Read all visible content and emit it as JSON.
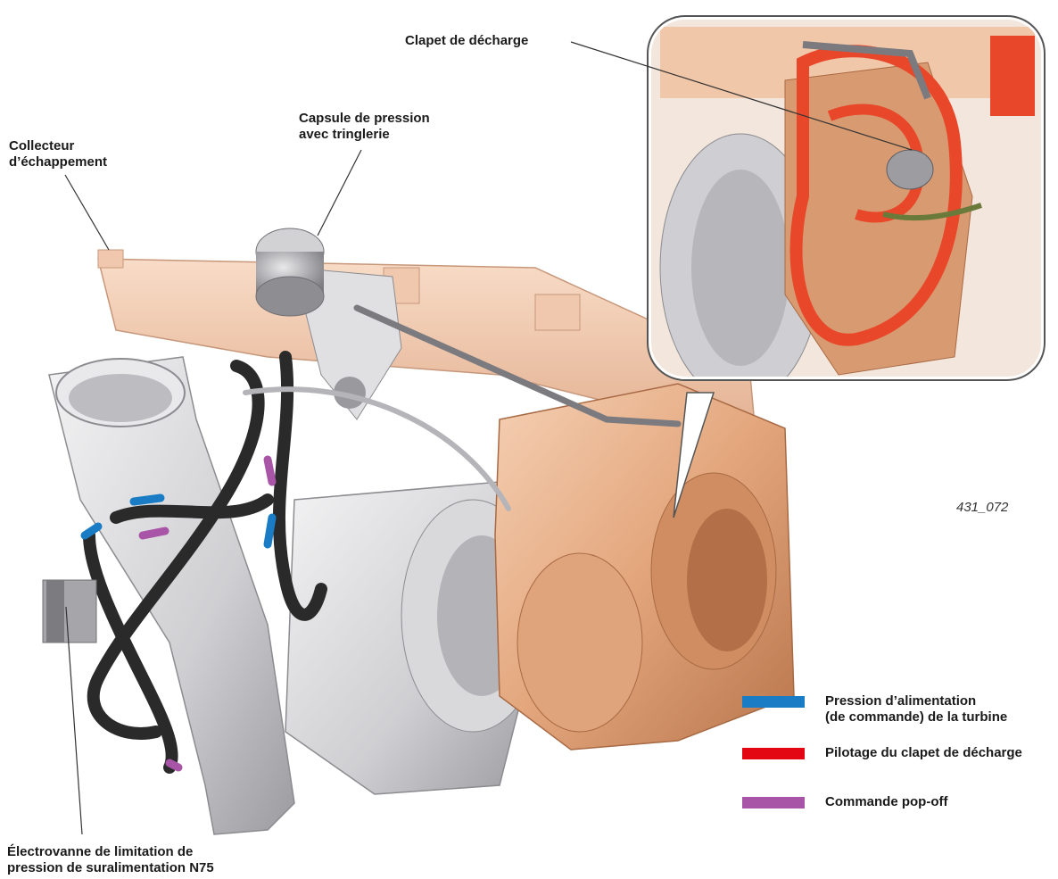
{
  "labels": {
    "clapet": "Clapet de décharge",
    "capsule": [
      "Capsule de pression",
      "avec tringlerie"
    ],
    "collecteur": [
      "Collecteur",
      "d’échappement"
    ],
    "electrovanne": [
      "Électrovanne de limitation de",
      "pression de suralimentation N75"
    ]
  },
  "figure_id": "431_072",
  "legend": [
    {
      "lines": [
        "Pression d’alimentation",
        "(de commande) de la turbine"
      ],
      "color": "#1a7cc4"
    },
    {
      "lines": [
        "Pilotage du clapet de décharge"
      ],
      "color": "#e30613"
    },
    {
      "lines": [
        "Commande pop-off"
      ],
      "color": "#a855a8"
    }
  ],
  "colors": {
    "housing_copper": "#e9b48f",
    "housing_copper_dark": "#c98358",
    "housing_silver": "#d4d4d6",
    "manifold": "#f2c9ad",
    "hose": "#2a2a2a",
    "cutaway_red": "#e8472a"
  }
}
